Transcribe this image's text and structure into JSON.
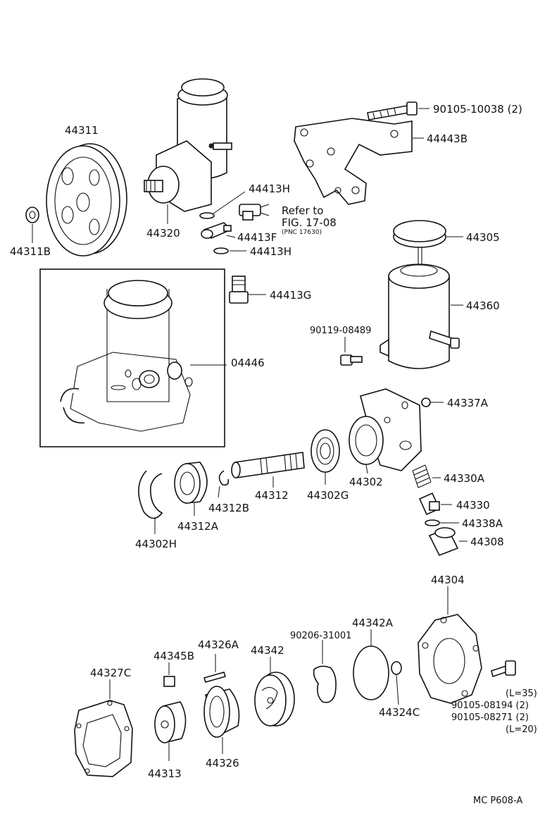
{
  "diagram": {
    "labels": {
      "p44311": "44311",
      "p44311B": "44311B",
      "p44320": "44320",
      "p44413H_a": "44413H",
      "p44413H_b": "44413H",
      "p44413F": "44413F",
      "p44413G": "44413G",
      "refer1": "Refer to",
      "refer2": "FIG. 17-08",
      "refer3": "(PNC 17630)",
      "p90105_10038": "90105-10038 (2)",
      "p44443B": "44443B",
      "p44305": "44305",
      "p44360": "44360",
      "p90119": "90119-08489",
      "p04446": "04446",
      "p44337A": "44337A",
      "p44302": "44302",
      "p44330A": "44330A",
      "p44330": "44330",
      "p44338A": "44338A",
      "p44308": "44308",
      "p44312": "44312",
      "p44302G": "44302G",
      "p44312B": "44312B",
      "p44312A": "44312A",
      "p44302H": "44302H",
      "p44304": "44304",
      "p44342A": "44342A",
      "p90206": "90206-31001",
      "p44326A": "44326A",
      "p44342": "44342",
      "p44345B": "44345B",
      "p44327C": "44327C",
      "p44324C": "44324C",
      "l35": "(L=35)",
      "p90105_08194": "90105-08194 (2)",
      "p90105_08271": "90105-08271 (2)",
      "l20": "(L=20)",
      "p44313": "44313",
      "p44326": "44326",
      "figcode": "MC P608-A"
    }
  }
}
